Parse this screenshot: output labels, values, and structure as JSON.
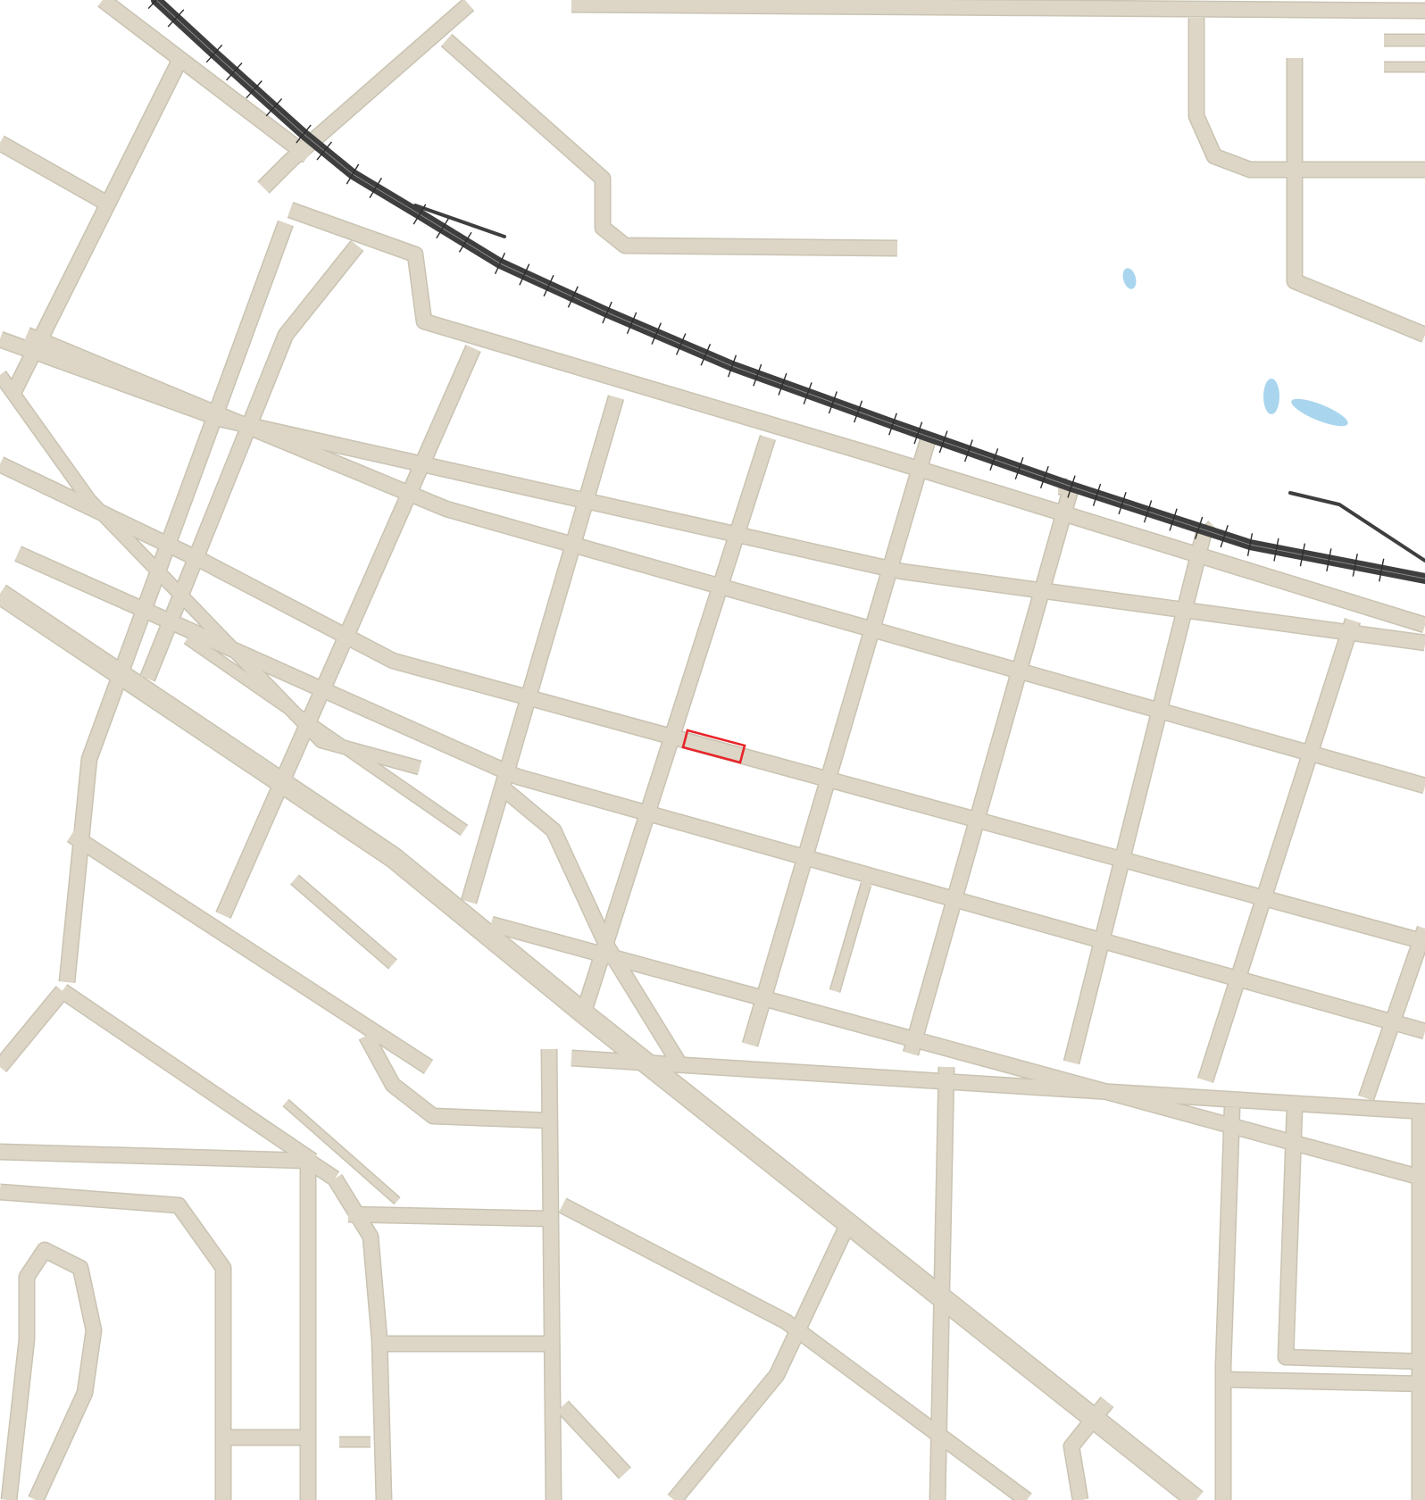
{
  "map": {
    "type": "street-map",
    "colors": {
      "background": "#ffffff",
      "road_fill": "#ddd6c6",
      "road_edge": "#c9c3b2",
      "railway": "#3e3e3e",
      "water": "#a9d6ee",
      "highlight": "#e8252a"
    },
    "layers": [
      "roads",
      "railway",
      "water",
      "highlighted-parcel"
    ],
    "labels": []
  }
}
